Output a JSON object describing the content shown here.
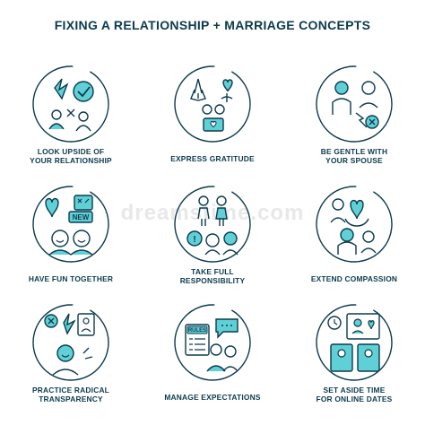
{
  "title": "FIXING A RELATIONSHIP + MARRIAGE CONCEPTS",
  "watermark": "dreamstime.com",
  "colors": {
    "accent": "#5fd0d6",
    "stroke": "#0b3a4e",
    "background": "#ffffff"
  },
  "concepts": [
    {
      "label": "LOOK UPSIDE OF\nYOUR RELATIONSHIP",
      "icon": "upside-icon"
    },
    {
      "label": "EXPRESS GRATITUDE",
      "icon": "gratitude-icon"
    },
    {
      "label": "BE GENTLE WITH\nYOUR SPOUSE",
      "icon": "gentle-icon"
    },
    {
      "label": "HAVE FUN TOGETHER",
      "icon": "fun-together-icon"
    },
    {
      "label": "TAKE FULL\nRESPONSIBILITY",
      "icon": "responsibility-icon"
    },
    {
      "label": "EXTEND COMPASSION",
      "icon": "compassion-icon"
    },
    {
      "label": "PRACTICE RADICAL\nTRANSPARENCY",
      "icon": "transparency-icon"
    },
    {
      "label": "MANAGE EXPECTATIONS",
      "icon": "expectations-icon"
    },
    {
      "label": "SET ASIDE TIME\nFOR ONLINE DATES",
      "icon": "online-dates-icon"
    }
  ],
  "icon_text": {
    "new_badge": "NEW",
    "rules_badge": "RULES"
  }
}
